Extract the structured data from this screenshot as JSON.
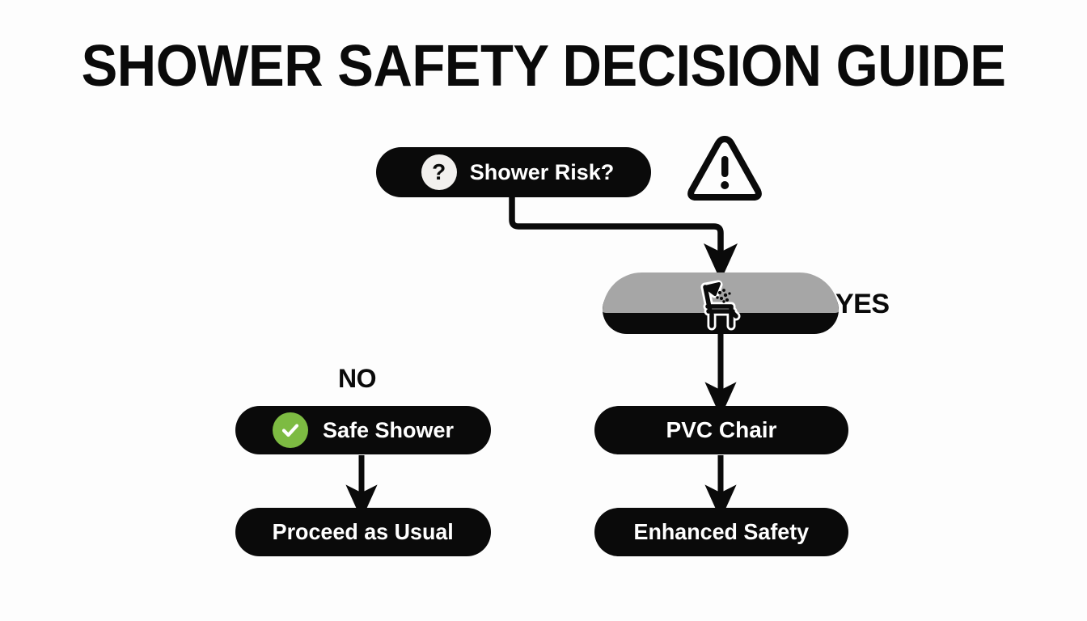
{
  "page": {
    "title": "SHOWER SAFETY DECISION GUIDE",
    "background_color": "#fdfdfd",
    "accent_colors": {
      "node_fill": "#0a0a0a",
      "node_text": "#ffffff",
      "decision_fill": "#a6a6a6",
      "check_green": "#7dbb42",
      "question_badge": "#f2f0ee"
    }
  },
  "flowchart": {
    "type": "decision-flow",
    "nodes": [
      {
        "id": "risk",
        "label": "Shower Risk?",
        "icon": "question-mark-badge",
        "style": "black-pill"
      },
      {
        "id": "decision",
        "label": "",
        "icon": "shower-chair-icon",
        "style": "grey-pill",
        "branch_label": "YES"
      },
      {
        "id": "safe-shower",
        "label": "Safe Shower",
        "icon": "check-circle-badge",
        "style": "black-pill",
        "branch_label": "NO"
      },
      {
        "id": "proceed",
        "label": "Proceed as Usual",
        "icon": "",
        "style": "black-pill"
      },
      {
        "id": "pvc-chair",
        "label": "PVC Chair",
        "icon": "",
        "style": "black-pill"
      },
      {
        "id": "enhanced",
        "label": "Enhanced Safety",
        "icon": "",
        "style": "black-pill"
      }
    ],
    "branch_labels": {
      "yes": "YES",
      "no": "NO"
    },
    "badges": {
      "question": "?"
    },
    "icons": {
      "warning": "warning-triangle-icon",
      "chair": "shower-chair-icon",
      "check": "check-circle-icon"
    },
    "edges": [
      {
        "from": "risk",
        "to": "decision",
        "kind": "elbow-arrow"
      },
      {
        "from": "decision",
        "to": "pvc-chair",
        "kind": "straight-arrow"
      },
      {
        "from": "safe-shower",
        "to": "proceed",
        "kind": "straight-arrow"
      },
      {
        "from": "pvc-chair",
        "to": "enhanced",
        "kind": "straight-arrow"
      }
    ]
  }
}
